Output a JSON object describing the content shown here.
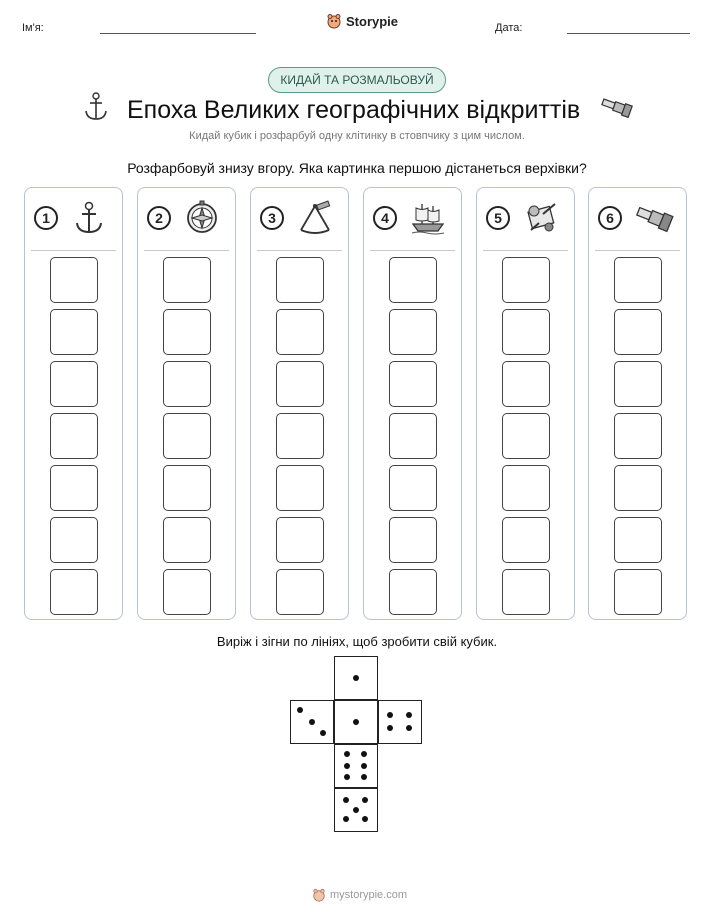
{
  "header": {
    "name_label": "Ім'я:",
    "date_label": "Дата:",
    "brand": "Storypie"
  },
  "badge": "КИДАЙ ТА РОЗМАЛЬОВУЙ",
  "title": "Епоха Великих географічних відкриттів",
  "subtitle": "Кидай кубик і розфарбуй одну клітинку в стовпчику з цим числом.",
  "instruction": "Розфарбовуй знизу вгору. Яка картинка першою дістанеться верхівки?",
  "columns": [
    {
      "number": "1",
      "icon": "anchor-icon"
    },
    {
      "number": "2",
      "icon": "compass-icon"
    },
    {
      "number": "3",
      "icon": "sextant-icon"
    },
    {
      "number": "4",
      "icon": "ship-icon"
    },
    {
      "number": "5",
      "icon": "treasure-map-icon"
    },
    {
      "number": "6",
      "icon": "spyglass-icon"
    }
  ],
  "cells_per_column": 7,
  "cut_instruction": "Виріж і зігни по лініях, щоб зробити свій кубик.",
  "die_faces": [
    1,
    3,
    1,
    4,
    6,
    5
  ],
  "footer": "mystorypie.com",
  "colors": {
    "badge_border": "#5a9a86",
    "badge_fill": "#dff1ea",
    "column_border": "#b9c1d6"
  }
}
